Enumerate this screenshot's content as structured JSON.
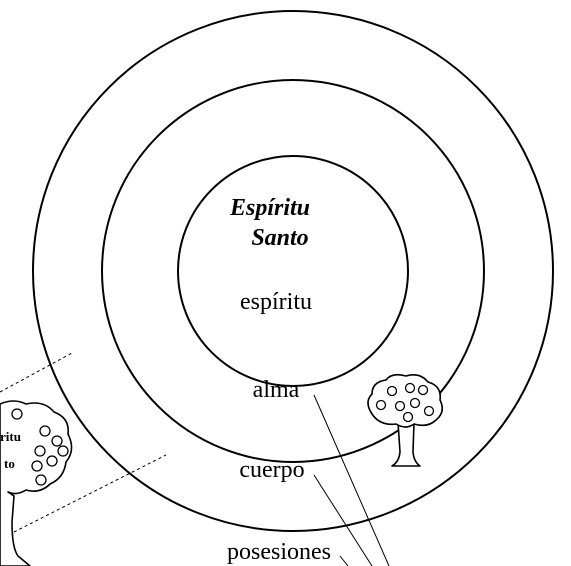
{
  "diagram": {
    "center_label_line1": "Espíritu",
    "center_label_line2": "Santo",
    "ring_labels": {
      "inner": "espíritu",
      "middle": "alma",
      "outer": "cuerpo",
      "outside": "posesiones"
    },
    "tree_left_label_line1": "ritu",
    "tree_left_label_line2": "to"
  }
}
